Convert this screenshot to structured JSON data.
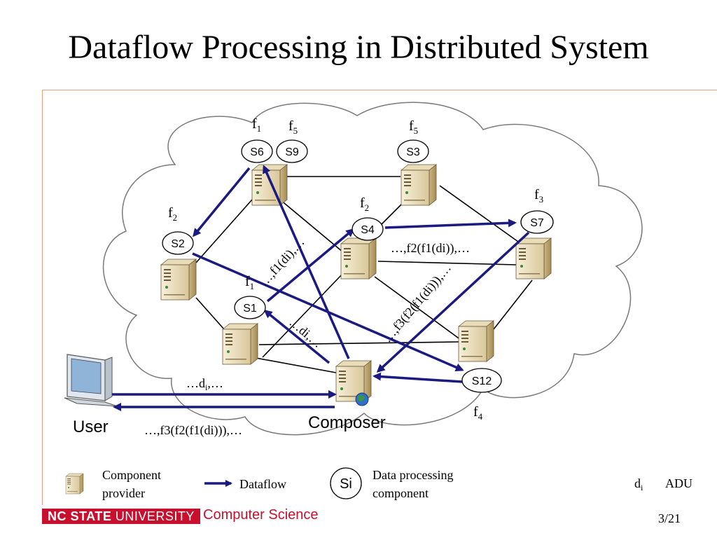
{
  "title": "Dataflow Processing in Distributed System",
  "nodes": {
    "S6": "S6",
    "S9": "S9",
    "S3": "S3",
    "S2": "S2",
    "S4": "S4",
    "S7": "S7",
    "S1": "S1",
    "S12": "S12"
  },
  "functions": {
    "f1_s6": {
      "base": "f",
      "sub": "1"
    },
    "f5_s9": {
      "base": "f",
      "sub": "5"
    },
    "f5_s3": {
      "base": "f",
      "sub": "5"
    },
    "f2_s2": {
      "base": "f",
      "sub": "2"
    },
    "f2_s4": {
      "base": "f",
      "sub": "2"
    },
    "f3_s7": {
      "base": "f",
      "sub": "3"
    },
    "f1_s1": {
      "base": "f",
      "sub": "1"
    },
    "f4_s12": {
      "base": "f",
      "sub": "4"
    }
  },
  "labels": {
    "user": "User",
    "composer": "Composer",
    "user_to_composer": "…d",
    "user_to_composer_sub": "i",
    "user_to_composer_end": ",…",
    "composer_to_user": "…,f3(f2(f1(di))),…",
    "s4_to_s7": "…,f2(f1(di)),…",
    "diag_f1": "…,f1(di),…",
    "diag_di": "…di,…",
    "diag_f3": "…,f3(f2(f1(di))),…"
  },
  "legend": {
    "component_provider": "Component provider",
    "dataflow": "Dataflow",
    "si_symbol": "Si",
    "data_processing": "Data processing component",
    "di_symbol": "d",
    "di_sub": "i",
    "adu": "ADU"
  },
  "footer": {
    "university_bold": "NC STATE",
    "university_thin": " UNIVERSITY",
    "dept": "Computer Science",
    "page": "3/21"
  },
  "colors": {
    "arrow": "#1a1a80",
    "line": "#000000",
    "brand": "#c8102e",
    "server_light": "#efe4c8",
    "server_dark": "#c9b27f"
  }
}
